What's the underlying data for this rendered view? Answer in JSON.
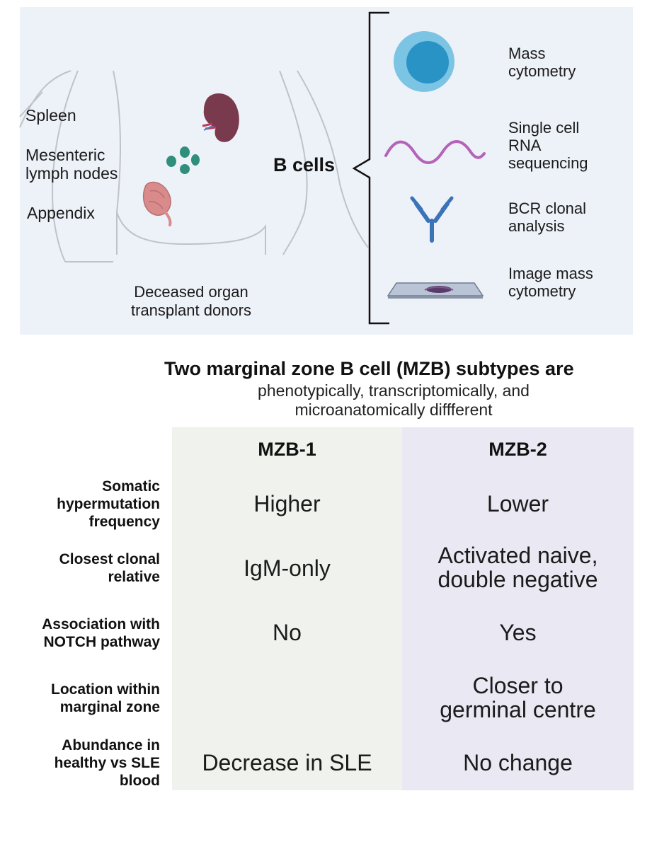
{
  "top_panel": {
    "organs": [
      "Spleen",
      "Mesenteric\nlymph nodes",
      "Appendix"
    ],
    "donors_caption": "Deceased organ\ntransplant donors",
    "center_label": "B cells",
    "methods": [
      {
        "label": "Mass\ncytometry",
        "icon": "cell-icon"
      },
      {
        "label": "Single cell\nRNA\nsequencing",
        "icon": "rna-wave-icon"
      },
      {
        "label": "BCR clonal\nanalysis",
        "icon": "antibody-icon"
      },
      {
        "label": "Image mass\ncytometry",
        "icon": "tissue-slide-icon"
      }
    ]
  },
  "summary": {
    "title": "Two marginal zone B cell (MZB) subtypes are",
    "subtitle": "phenotypically, transcriptomically, and microanatomically diffferent"
  },
  "table": {
    "columns": [
      "MZB-1",
      "MZB-2"
    ],
    "rows": [
      {
        "label": "Somatic\nhypermutation\nfrequency",
        "mzb1": "Higher",
        "mzb2": "Lower"
      },
      {
        "label": "Closest clonal\nrelative",
        "mzb1": "IgM-only",
        "mzb2": "Activated naive,\ndouble negative"
      },
      {
        "label": "Association with\nNOTCH pathway",
        "mzb1": "No",
        "mzb2": "Yes"
      },
      {
        "label": "Location within\nmarginal zone",
        "mzb1": "",
        "mzb2": "Closer to\ngerminal centre"
      },
      {
        "label": "Abundance in\nhealthy vs SLE\nblood",
        "mzb1": "Decrease in SLE",
        "mzb2": "No change"
      }
    ]
  },
  "colors": {
    "panel_bg": "#edf1f8",
    "mzb1_bg": "#f0f2ed",
    "mzb2_bg": "#e9e8f3",
    "lymph_node": "#2f8f7c",
    "spleen": "#7a3a4e",
    "appendix": "#d98b8b",
    "cell_outer": "#7cc4e3",
    "cell_inner": "#2a93c6",
    "rna_wave": "#b463b8",
    "antibody": "#3b73b9"
  }
}
